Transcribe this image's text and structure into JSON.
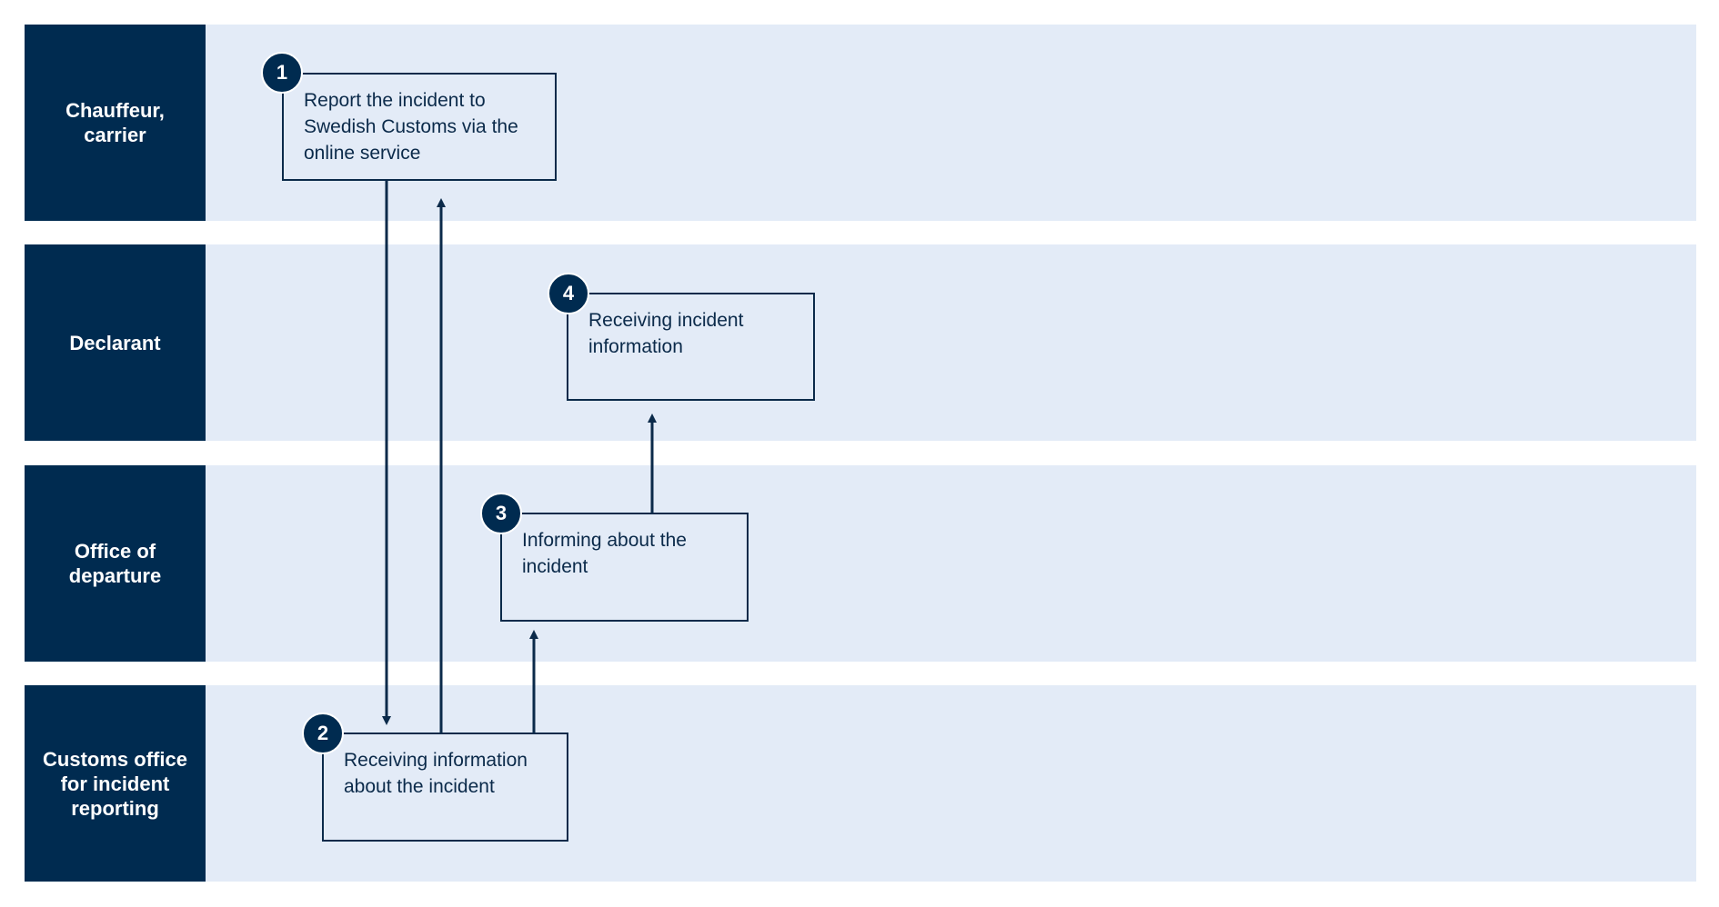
{
  "lanes": [
    {
      "label": "Chauffeur,\ncarrier"
    },
    {
      "label": "Declarant"
    },
    {
      "label": "Office of\ndeparture"
    },
    {
      "label": "Customs office\nfor incident\nreporting"
    }
  ],
  "steps": [
    {
      "number": "1",
      "text": "Report the incident to Swedish Customs via the online service"
    },
    {
      "number": "2",
      "text": "Receiving information about the incident"
    },
    {
      "number": "3",
      "text": "Informing about the incident"
    },
    {
      "number": "4",
      "text": "Receiving incident information"
    }
  ],
  "colors": {
    "lane_label_bg": "#002b50",
    "lane_bg": "#e3ebf7",
    "line": "#0b2a4a"
  }
}
